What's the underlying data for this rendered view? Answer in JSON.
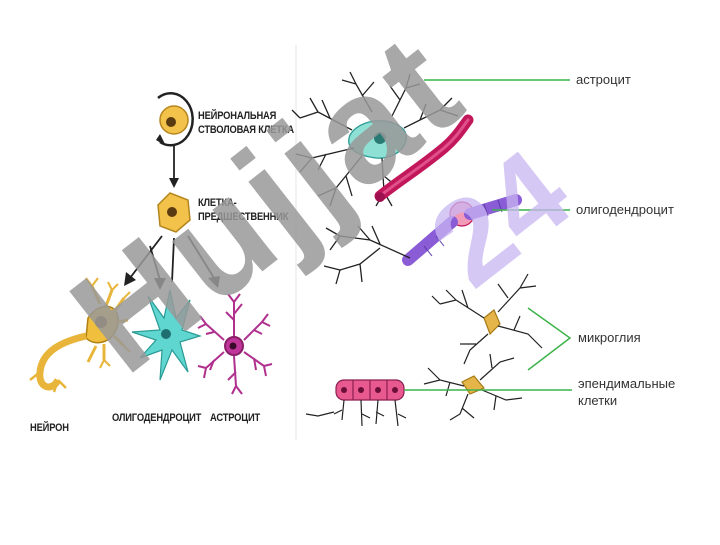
{
  "left_panel": {
    "stem_cell_label_line1": "НЕЙРОНАЛЬНАЯ",
    "stem_cell_label_line2": "СТВОЛОВАЯ КЛЕТКА",
    "progenitor_label_line1": "КЛЕТКА-",
    "progenitor_label_line2": "ПРЕДШЕСТВЕННИК",
    "neuron_label": "НЕЙРОН",
    "oligodendrocyte_label": "ОЛИГОДЕНДРОЦИТ",
    "astrocyte_label": "АСТРОЦИТ"
  },
  "right_panel": {
    "astrocyte_label": "астроцит",
    "oligodendrocyte_label": "олигодендроцит",
    "microglia_label": "микроглия",
    "ependymal_label_line1": "эпендимальные",
    "ependymal_label_line2": "клетки"
  },
  "watermark": {
    "gray_text": "Hujjat",
    "purple_text": "24"
  },
  "colors": {
    "leader_line": "#3cb44b",
    "neuron": "#e8b53a",
    "oligodendrocyte_cell": "#5fd6d0",
    "astrocyte_cell": "#c0359a",
    "myelin_purple": "#8a5cd6",
    "axon_magenta": "#c2185b",
    "ependymal": "#e8598f",
    "microglia": "#e5b54a"
  }
}
